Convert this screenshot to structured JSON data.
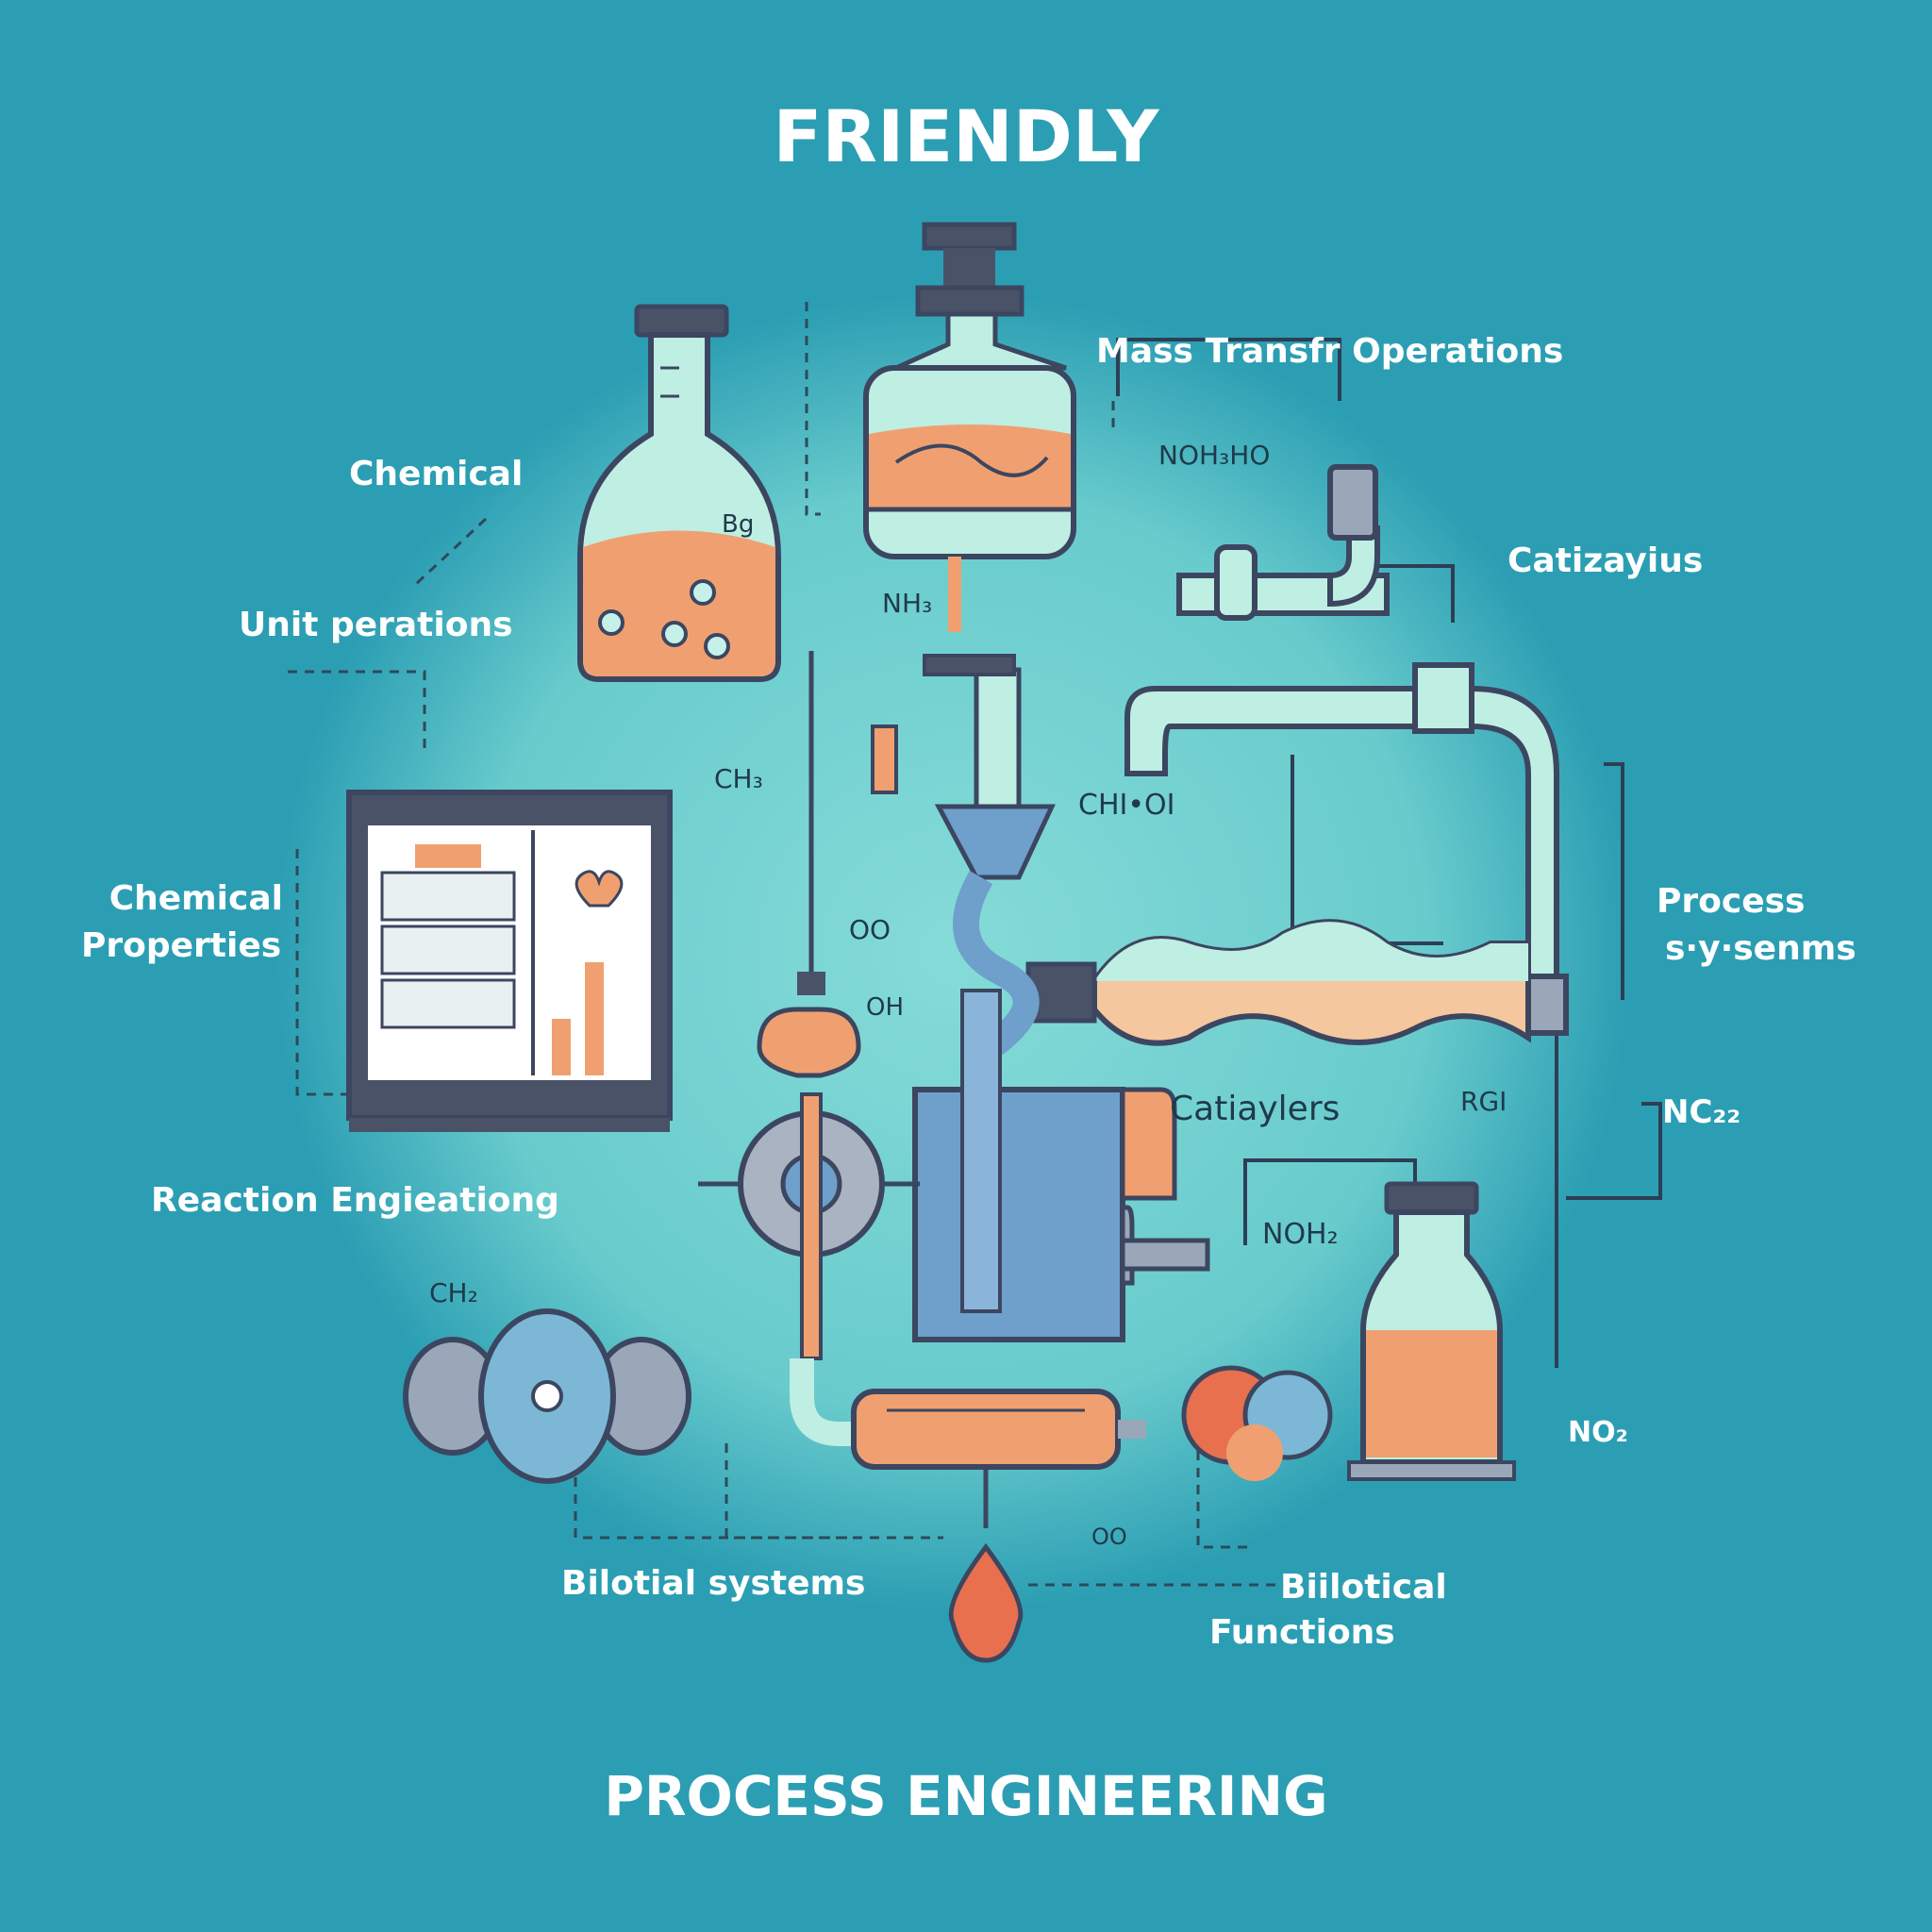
{
  "title": "FRIENDLY",
  "footer": "PROCESS ENGINEERING",
  "labels": {
    "mass_transfer": "Mass Transfr Operations",
    "chemical": "Chemical",
    "unit_operations": "Unit  perations",
    "catalysis": "Catizayius",
    "chemical_properties_1": "Chemical",
    "chemical_properties_2": "Properties",
    "process_systems_1": "Process",
    "process_systems_2": "s·y·senms",
    "reaction_engineering": "Reaction Engieationg",
    "catalysts": "Catiaylers",
    "biological_systems": "Bilotial systems",
    "biological_functions_1": "Biilotical",
    "biological_functions_2": "Functions"
  },
  "chem_labels": {
    "noh3_ho": "NOH₃HO",
    "nh3": "NH₃",
    "ch3": "CH₃",
    "choi": "CHI•OI",
    "oo": "OO",
    "oh": "OH",
    "rgi": "RGI",
    "nc02": "NC₂₂",
    "noh2": "NOH₂",
    "ch2": "CH₂",
    "no2": "NO₂",
    "oo_small": "OO",
    "bg": "Bg"
  },
  "colors": {
    "background": "#2b9eb3",
    "glow": "#7fd8d4",
    "outline": "#3c4660",
    "liquid_orange": "#f0a070",
    "liquid_red": "#e8704f",
    "glass": "#bfeee3",
    "blue_vessel": "#6f9fcb"
  }
}
